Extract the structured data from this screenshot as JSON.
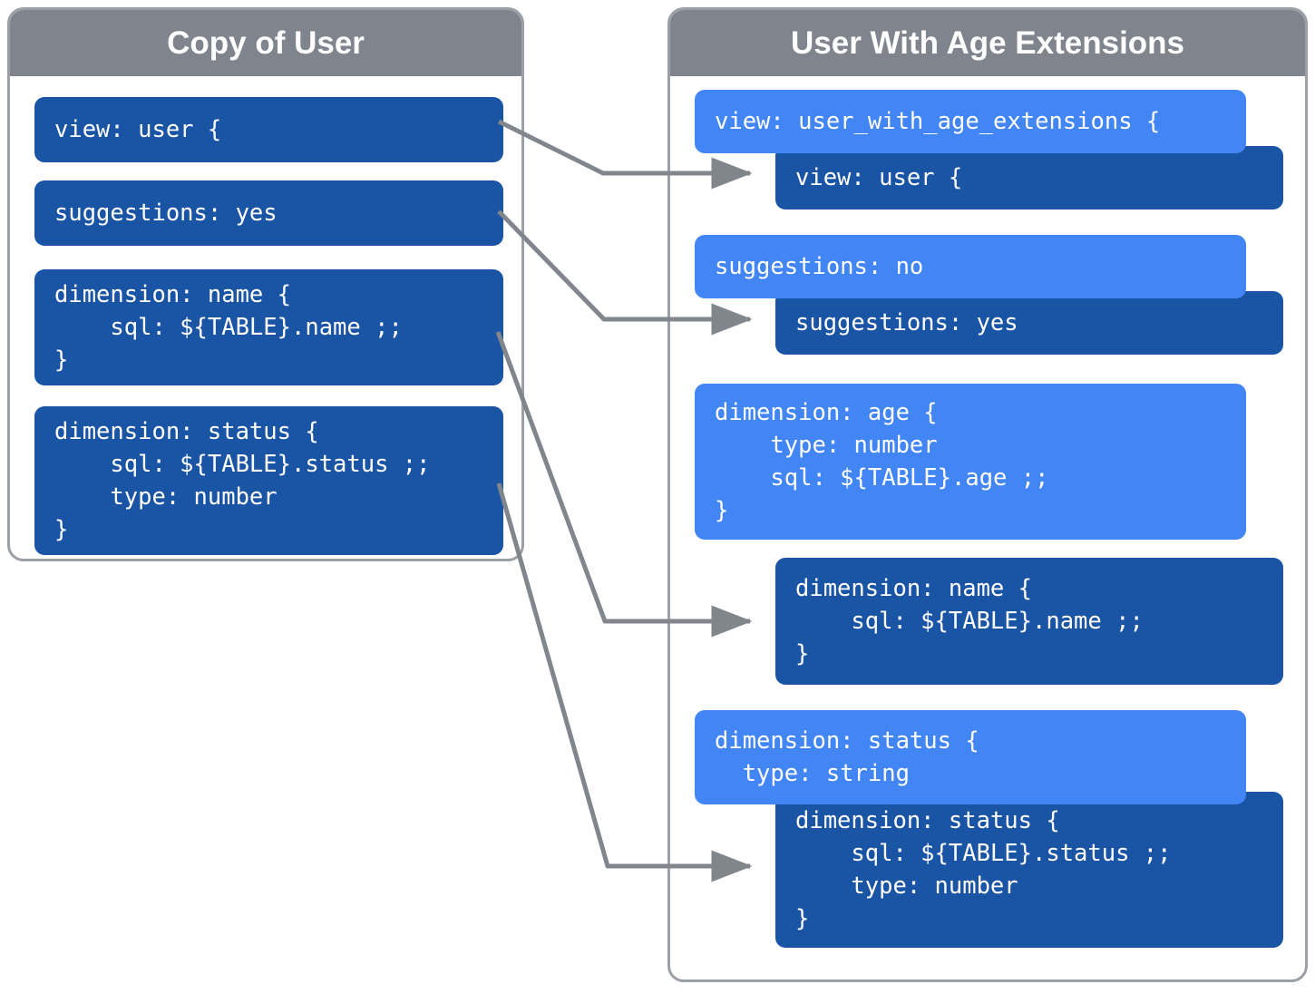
{
  "diagram": {
    "title_left": "Copy of User",
    "title_right": "User With Age Extensions",
    "colors": {
      "header_gray": "#80848d",
      "panel_border": "#9aa0a6",
      "dark_blue": "#1a54a5",
      "light_blue": "#4285f4",
      "arrow_gray": "#80868b",
      "text_white": "#ffffff",
      "background": "#ffffff"
    }
  },
  "left_panel": {
    "title": "Copy of User",
    "blocks": [
      {
        "id": "left-view",
        "text": "view: user {"
      },
      {
        "id": "left-suggestions",
        "text": "suggestions: yes"
      },
      {
        "id": "left-dimension-name",
        "text": "dimension: name {\n    sql: ${TABLE}.name ;;\n}"
      },
      {
        "id": "left-dimension-status",
        "text": "dimension: status {\n    sql: ${TABLE}.status ;;\n    type: number\n}"
      }
    ]
  },
  "right_panel": {
    "title": "User With Age Extensions",
    "blocks": [
      {
        "id": "right-view-extension",
        "variant": "light",
        "text": "view: user_with_age_extensions {"
      },
      {
        "id": "right-view-inherited",
        "variant": "dark",
        "text": "view: user {"
      },
      {
        "id": "right-suggestions-extension",
        "variant": "light",
        "text": "suggestions: no"
      },
      {
        "id": "right-suggestions-inherited",
        "variant": "dark",
        "text": "suggestions: yes"
      },
      {
        "id": "right-dimension-age",
        "variant": "light",
        "text": "dimension: age {\n    type: number\n    sql: ${TABLE}.age ;;\n}"
      },
      {
        "id": "right-dimension-name-inherited",
        "variant": "dark",
        "text": "dimension: name {\n    sql: ${TABLE}.name ;;\n}"
      },
      {
        "id": "right-dimension-status-extension",
        "variant": "light",
        "text": "dimension: status {\n  type: string"
      },
      {
        "id": "right-dimension-status-inherited",
        "variant": "dark",
        "text": "dimension: status {\n    sql: ${TABLE}.status ;;\n    type: number\n}"
      }
    ]
  },
  "connectors": [
    {
      "id": "connector-view",
      "from": "left-view",
      "to": "right-view-inherited"
    },
    {
      "id": "connector-suggestions",
      "from": "left-suggestions",
      "to": "right-suggestions-inherited"
    },
    {
      "id": "connector-name",
      "from": "left-dimension-name",
      "to": "right-dimension-name-inherited"
    },
    {
      "id": "connector-status",
      "from": "left-dimension-status",
      "to": "right-dimension-status-inherited"
    }
  ]
}
